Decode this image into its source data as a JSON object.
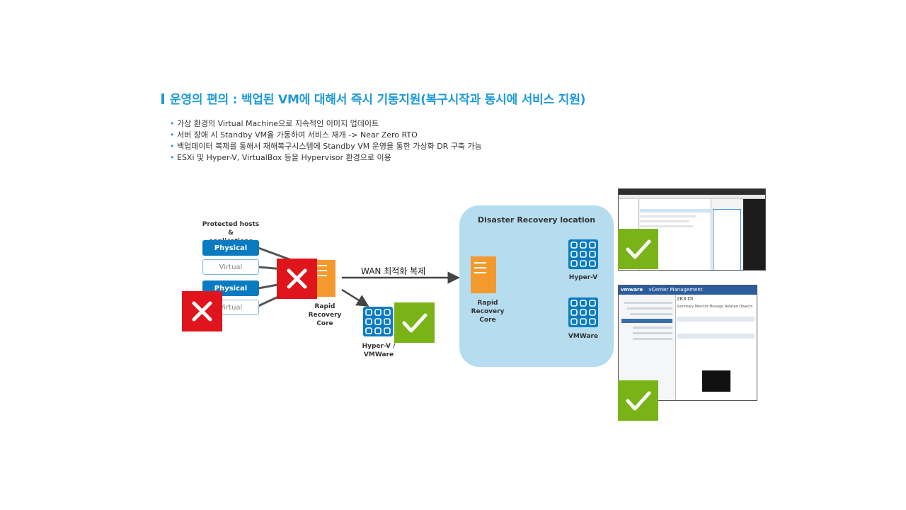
{
  "title": "운영의 편의 : 백업된 VM에 대해서 즉시 기동지원(복구시작과 동시에 서비스 지원)",
  "bullets": [
    "가상 환경의 Virtual Machine으로 지속적인 이미지 업데이트",
    "서버 장애 시 Standby VM을 가동하여 서비스 재개 -> Near Zero RTO",
    "백업데이터 복제를 통해서 재해복구시스템에 Standby VM 운영을 통한 가상화 DR 구축 가능",
    "ESXi 및 Hyper-V, VirtualBox 등을 Hypervisor 환경으로 이용"
  ],
  "diagram": {
    "protected_label": "Protected hosts &\napplications",
    "hosts": [
      "Physical",
      "Virtual",
      "Physical",
      "Virtual"
    ],
    "core_label": "Rapid Recovery\nCore",
    "local_vm_label": "Hyper-V /\nVMWare",
    "wan_label": "WAN 최적화 복제",
    "dr_title": "Disaster Recovery location",
    "dr_core_label": "Rapid Recovery\nCore",
    "dr_hyperv_label": "Hyper-V",
    "dr_vmware_label": "VMWare"
  },
  "screenshot2": {
    "brand": "vmware",
    "app_title": "vCenter Management",
    "vm_name": "2K3 DI",
    "tabs": [
      "Summary",
      "Monitor",
      "Manage",
      "Related Objects"
    ]
  },
  "colors": {
    "accent": "#1f9ad6",
    "physical": "#0b7bc1",
    "fail": "#e0141c",
    "success": "#7ab317",
    "server": "#f29a2e",
    "dr_bg": "#b5dcef"
  },
  "icons": {
    "fail": "x-mark-icon",
    "success": "check-mark-icon",
    "server": "server-icon",
    "vm_cluster": "vm-cluster-icon"
  }
}
